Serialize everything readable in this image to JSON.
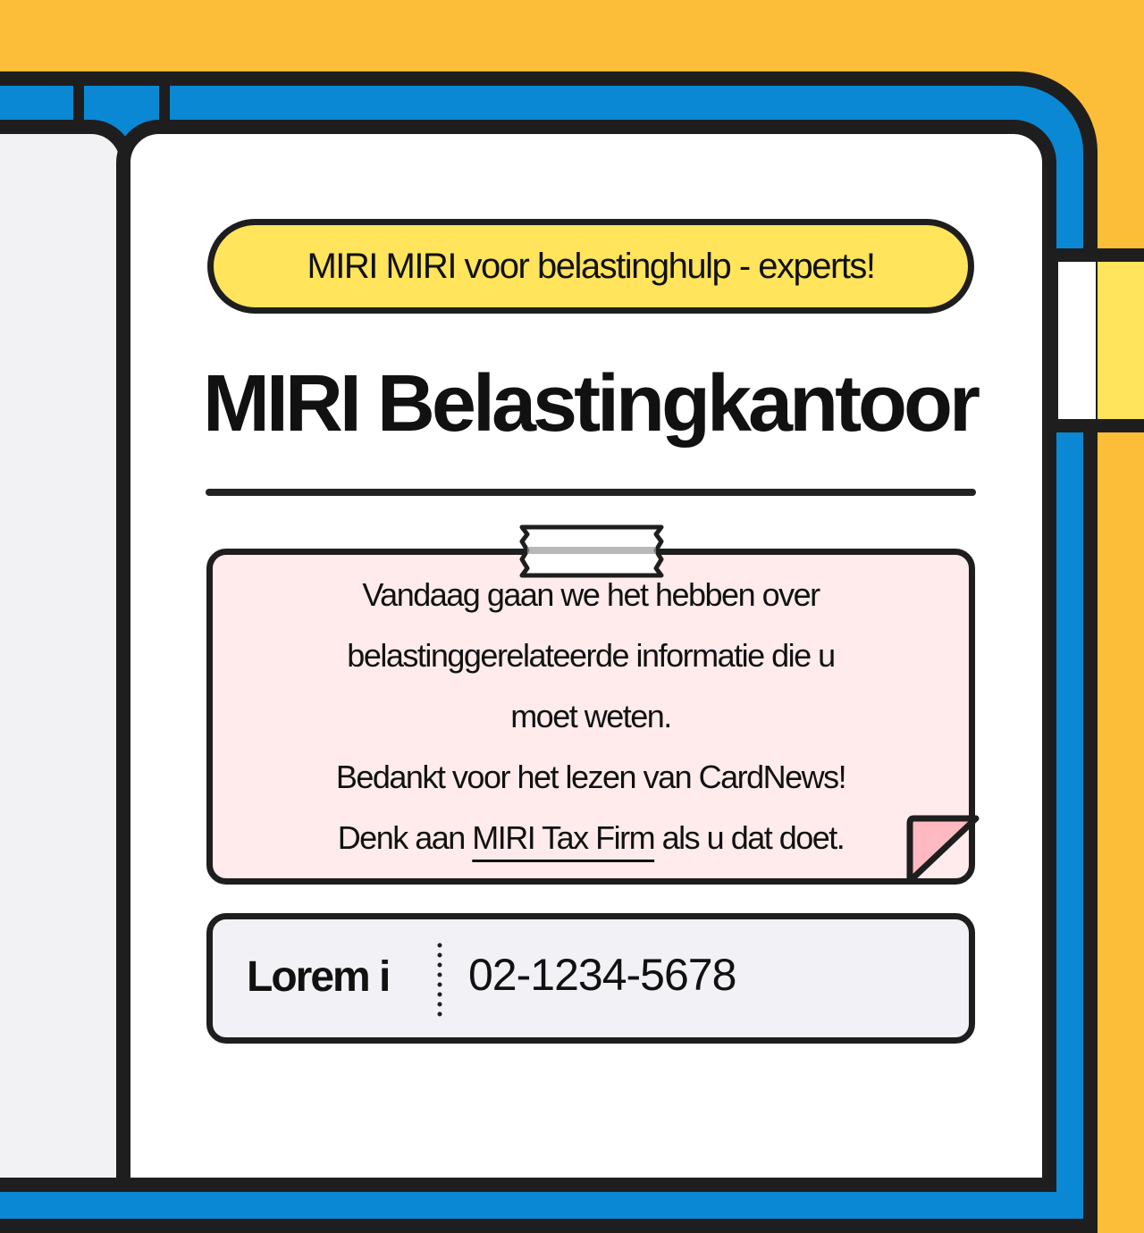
{
  "colors": {
    "background": "#FCBD38",
    "frame": "#0A88D3",
    "outline": "#1E1E1E",
    "pill": "#FFE45C",
    "note": "#FFEBEB",
    "fold": "#FFB9C0",
    "contact": "#F2F1F6"
  },
  "header": {
    "tagline": "MIRI MIRI voor belastinghulp - experts!",
    "title": "MIRI Belastingkantoor"
  },
  "note": {
    "line1": "Vandaag gaan we het hebben over",
    "line2": "belastinggerelateerde informatie die u",
    "line3": "moet weten.",
    "line4": "Bedankt voor het lezen van CardNews!",
    "line5_before": "Denk aan ",
    "line5_link": "MIRI Tax Firm",
    "line5_after": " als u dat doet."
  },
  "contact": {
    "label": "Lorem i",
    "phone": "02-1234-5678"
  }
}
